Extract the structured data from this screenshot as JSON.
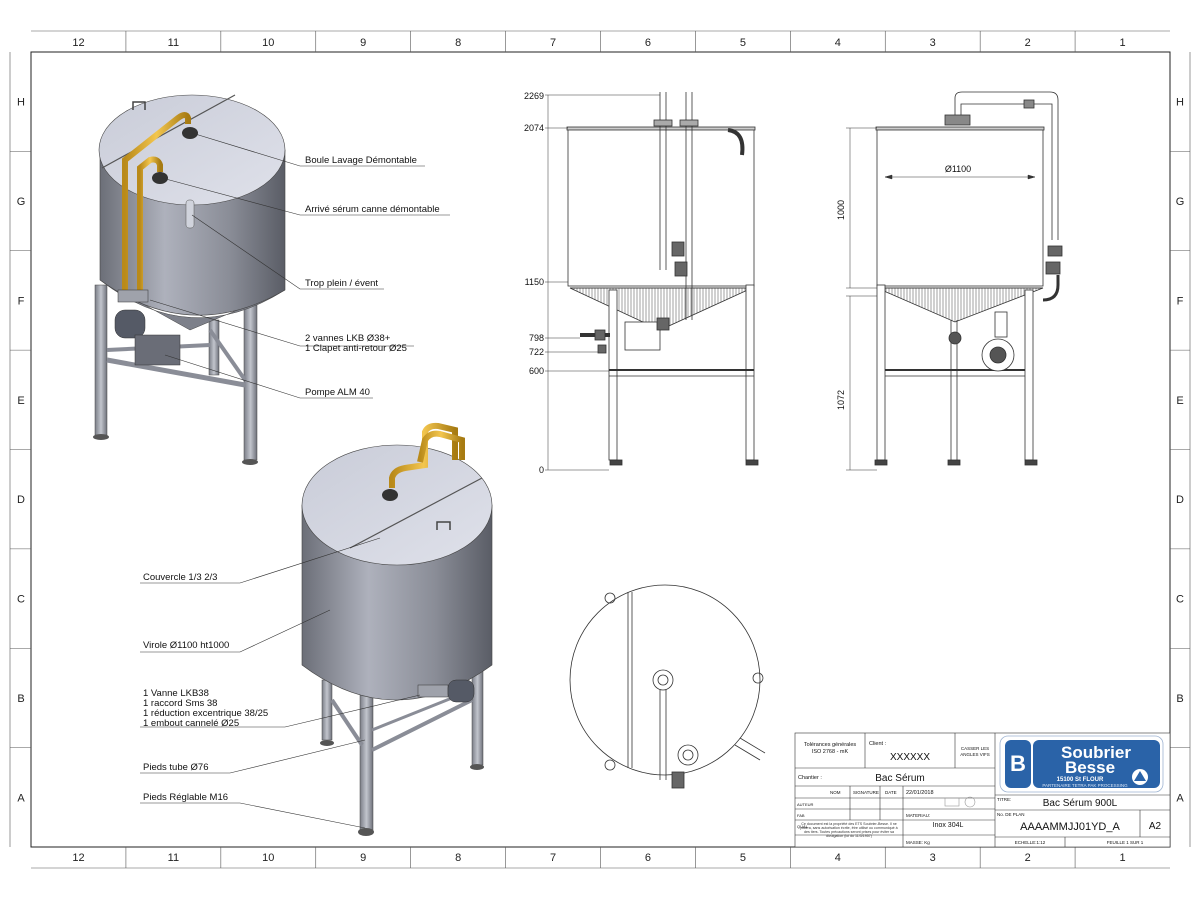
{
  "frame": {
    "columns": [
      "12",
      "11",
      "10",
      "9",
      "8",
      "7",
      "6",
      "5",
      "4",
      "3",
      "2",
      "1"
    ],
    "rows": [
      "H",
      "G",
      "F",
      "E",
      "D",
      "C",
      "B",
      "A"
    ]
  },
  "labels": {
    "boule": "Boule Lavage Démontable",
    "arrive": "Arrivé sérum canne démontable",
    "trop_plein": "Trop plein / évent",
    "vannes_1": "2 vannes LKB Ø38+",
    "vannes_2": "1 Clapet anti-retour Ø25",
    "pompe": "Pompe ALM 40",
    "couvercle": "Couvercle 1/3   2/3",
    "virole": "Virole Ø1100 ht1000",
    "vanne_1": "1 Vanne LKB38",
    "vanne_2": "1 raccord Sms 38",
    "vanne_3": "1 réduction excentrique 38/25",
    "vanne_4": "1 embout cannelé Ø25",
    "pieds_tube": "Pieds tube Ø76",
    "pieds_reglable": "Pieds Réglable M16"
  },
  "dimensions": {
    "d2269": "2269",
    "d2074": "2074",
    "d1150": "1150",
    "d798": "798",
    "d722": "722",
    "d600": "600",
    "d0": "0",
    "diameter": "Ø1100",
    "h1000": "1000",
    "h1072": "1072"
  },
  "title_block": {
    "tolerances_1": "Tolérances générales",
    "tolerances_2": "ISO 2768 - mK",
    "client_label": "Client :",
    "client": "XXXXXX",
    "casser_1": "CASSER LES",
    "casser_2": "ANGLES VIFS",
    "chantier_label": "Chantier :",
    "chantier": "Bac Sérum",
    "col_nom": "NOM",
    "col_signature": "SIGNATURE",
    "col_date": "DATE",
    "date": "22/01/2018",
    "auteur": "AUTEUR",
    "fab": "FAB",
    "qual": "QUAL",
    "materiau_label": "MATERIAU:",
    "materiau": "Inox 304L",
    "masse": "MASSE: Kg",
    "titre_label": "TITRE:",
    "titre": "Bac Sérum 900L",
    "plan_label": "No. DE PLAN",
    "plan": "AAAAMMJJ01YD_A",
    "format": "A2",
    "echelle": "ECHELLE:1:12",
    "feuille": "FEUILLE 1 SUR 1",
    "notice": "Ce document est la propriété des ETS Soubrier-Besse. Il ne pourra, sans autorisation écrite, être utilisé ou communiqué à des tiers. Toutes précautions seront prises pour éviter sa divulgation (loi du 11/3/1957)"
  },
  "logo": {
    "line1": "Soubrier",
    "line2": "Besse",
    "line3": "15100 St FLOUR",
    "line4": "PARTENAIRE TETRA PAK PROCESSING",
    "brand_color": "#2a63a8"
  }
}
